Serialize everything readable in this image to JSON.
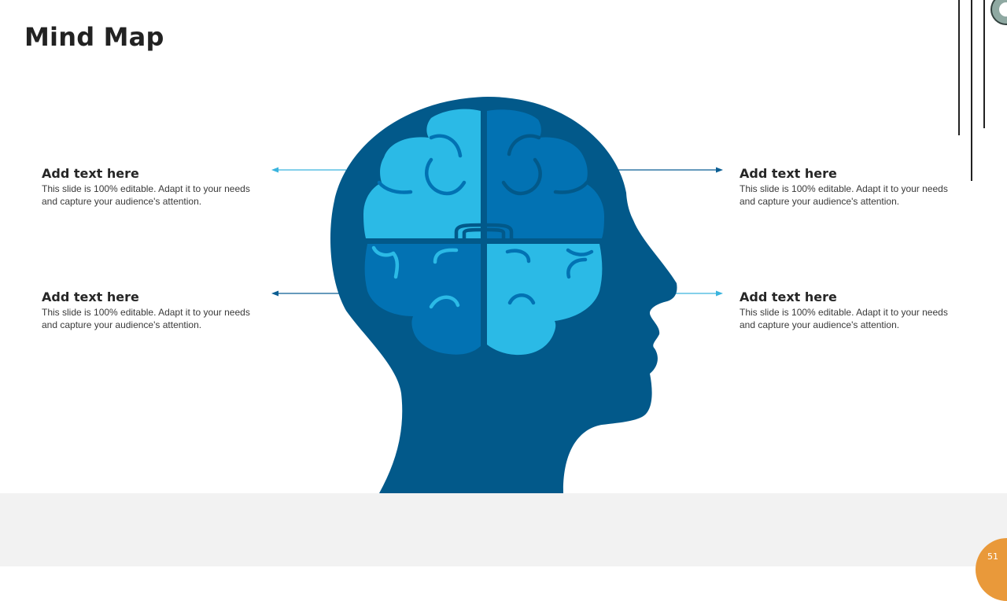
{
  "slide": {
    "title": "Mind Map",
    "page_number": "51"
  },
  "items": [
    {
      "title": "Add text here",
      "body": "This slide is 100% editable. Adapt it to your needs and capture your audience's attention."
    },
    {
      "title": "Add text here",
      "body": "This slide is 100% editable. Adapt it to your needs and capture your audience's attention."
    },
    {
      "title": "Add text here",
      "body": "This slide is 100% editable. Adapt it to your needs and capture your audience's attention."
    },
    {
      "title": "Add text here",
      "body": "This slide is 100% editable. Adapt it to your needs and capture your audience's attention."
    }
  ],
  "colors": {
    "head": "#02598a",
    "brain_light": "#2bbae6",
    "brain_mid": "#0272b3",
    "arrow_light": "#3ab4de",
    "arrow_dark": "#0b5e93",
    "accent_orange": "#e9993a",
    "footer_band": "#f2f2f2"
  },
  "icons": [
    "head-silhouette-icon",
    "brain-puzzle-icon",
    "arrow-icon"
  ]
}
